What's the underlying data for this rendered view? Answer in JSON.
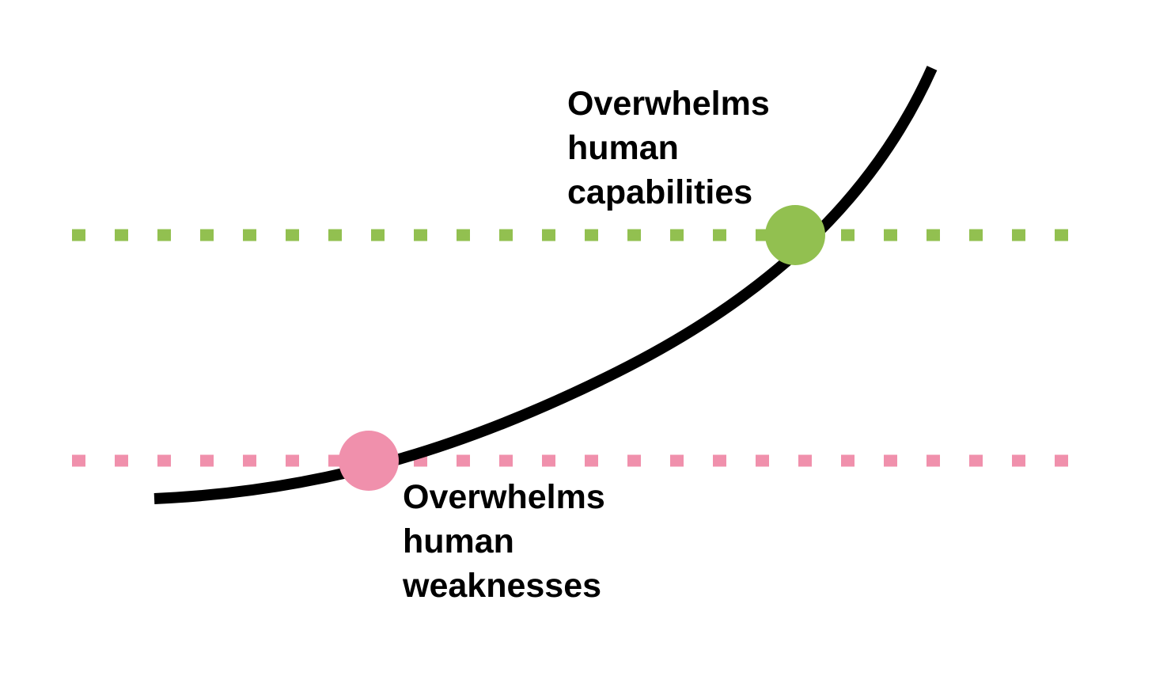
{
  "colors": {
    "background": "#ffffff",
    "curve": "#000000",
    "capabilities": "#92c050",
    "weaknesses": "#f090ac",
    "text": "#000000"
  },
  "thresholds": {
    "capabilities": {
      "label_lines": [
        "Overwhelms",
        "human",
        "capabilities"
      ]
    },
    "weaknesses": {
      "label_lines": [
        "Overwhelms",
        "human",
        "weaknesses"
      ]
    }
  }
}
